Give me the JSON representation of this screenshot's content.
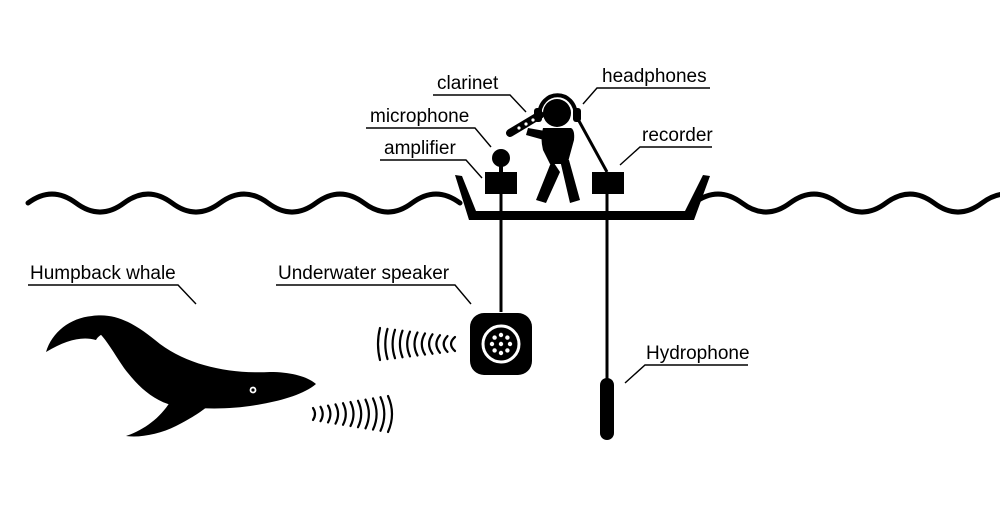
{
  "labels": {
    "clarinet": "clarinet",
    "headphones": "headphones",
    "microphone": "microphone",
    "recorder": "recorder",
    "amplifier": "amplifier",
    "humpback_whale": "Humpback whale",
    "underwater_speaker": "Underwater speaker",
    "hydrophone": "Hydrophone"
  },
  "colors": {
    "ink": "#000000",
    "background": "#ffffff"
  },
  "icons": [
    "water-surface-wave",
    "boat",
    "musician-with-clarinet-and-headphones",
    "microphone",
    "amplifier-box",
    "recorder-box",
    "underwater-speaker",
    "hydrophone",
    "humpback-whale",
    "sound-waves"
  ]
}
